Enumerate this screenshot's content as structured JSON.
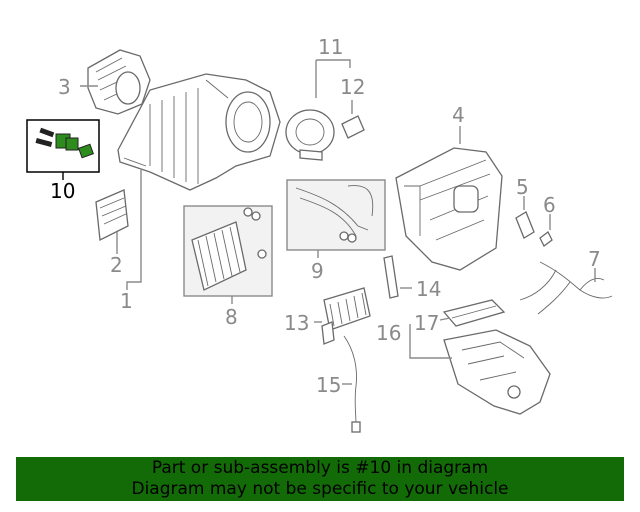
{
  "callouts": {
    "c1": "1",
    "c2": "2",
    "c3": "3",
    "c4": "4",
    "c5": "5",
    "c6": "6",
    "c7": "7",
    "c8": "8",
    "c9": "9",
    "c10": "10",
    "c11": "11",
    "c12": "12",
    "c13": "13",
    "c14": "14",
    "c15": "15",
    "c16": "16",
    "c17": "17"
  },
  "highlighted_part": "10",
  "colors": {
    "highlight_green": "#2e8b1e",
    "banner_green": "#136b08",
    "callout_gray": "#8a8a8a"
  },
  "banner": {
    "line1": "Part or sub-assembly is #10 in diagram",
    "line2": "Diagram may not be specific to your vehicle"
  }
}
